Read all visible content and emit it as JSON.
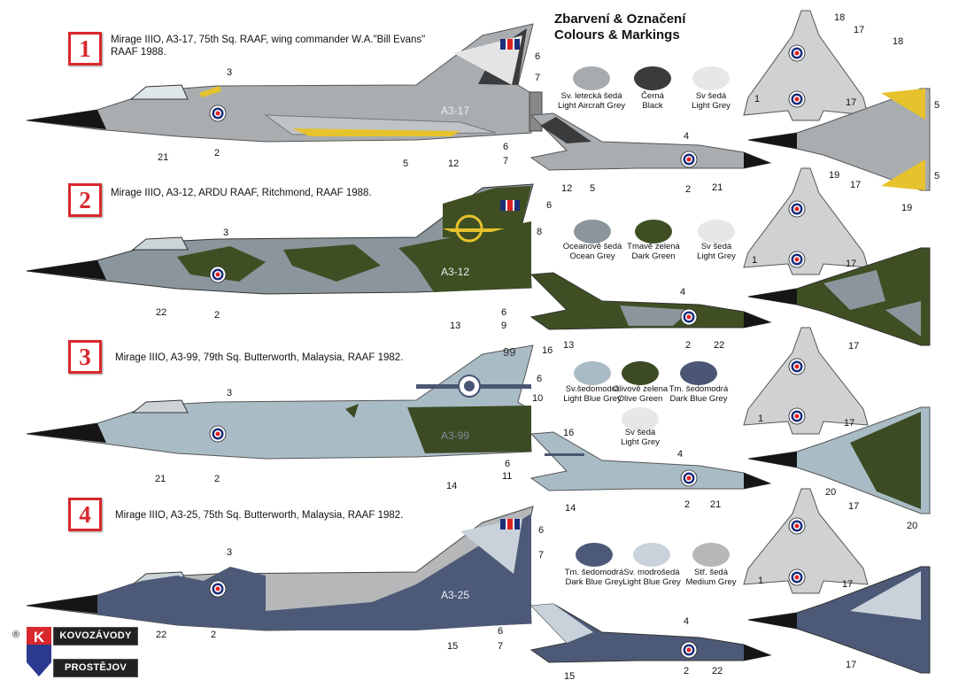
{
  "header": {
    "title_cz": "Zbarvení & Označení",
    "title_en": "Colours & Markings"
  },
  "variants": [
    {
      "number": "1",
      "caption_line1": "Mirage IIIO, A3-17, 75th Sq. RAAF, wing commander W.A.\"Bill Evans\"",
      "caption_line2": "RAAF 1988.",
      "serial": "A3-17",
      "callouts": {
        "n3": "3",
        "n6": "6",
        "n7": "7",
        "n21": "21",
        "n2": "2",
        "n5": "5",
        "n12": "12"
      },
      "small_callouts": {
        "n6": "6",
        "n7": "7",
        "n4": "4",
        "n12": "12",
        "n5": "5",
        "n2": "2",
        "n21": "21"
      },
      "top_callouts": {
        "n18a": "18",
        "n17a": "17",
        "n18b": "18",
        "n1": "1",
        "n17b": "17",
        "n5a": "5",
        "n5b": "5"
      },
      "colors": [
        {
          "cz": "Sv. letecká šedá",
          "en": "Light Aircraft Grey",
          "hex": "#a7abad"
        },
        {
          "cz": "Černá",
          "en": "Black",
          "hex": "#3a3b3c"
        },
        {
          "cz": "Sv šedá",
          "en": "Light Grey",
          "hex": "#e6e7e8"
        }
      ]
    },
    {
      "number": "2",
      "caption_line1": "Mirage IIIO, A3-12, ARDU RAAF, Ritchmond, RAAF 1988.",
      "caption_line2": "",
      "serial": "A3-12",
      "callouts": {
        "n3": "3",
        "n6": "6",
        "n8": "8",
        "n22": "22",
        "n2": "2",
        "n13": "13"
      },
      "small_callouts": {
        "n4": "4",
        "n6": "6",
        "n9": "9",
        "n13": "13",
        "n2": "2",
        "n22": "22"
      },
      "top_callouts": {
        "n19a": "19",
        "n17a": "17",
        "n19b": "19",
        "n1": "1",
        "n17b": "17",
        "n17c": "17"
      },
      "colors": [
        {
          "cz": "Oceanově šedá",
          "en": "Ocean Grey",
          "hex": "#8a959c"
        },
        {
          "cz": "Tmavě zelená",
          "en": "Dark Green",
          "hex": "#3f4f23"
        },
        {
          "cz": "Sv šedá",
          "en": "Light Grey",
          "hex": "#e6e7e8"
        }
      ]
    },
    {
      "number": "3",
      "caption_line1": "Mirage IIIO, A3-99, 79th Sq. Butterworth, Malaysia, RAAF 1982.",
      "caption_line2": "",
      "serial": "A3-99",
      "fin_code": "99",
      "callouts": {
        "n16": "16",
        "n6": "6",
        "n10": "10",
        "n3": "3",
        "n21": "21",
        "n2": "2",
        "n14": "14"
      },
      "small_callouts": {
        "n16": "16",
        "n6": "6",
        "n11": "11",
        "n4": "4",
        "n14": "14",
        "n2": "2",
        "n21": "21"
      },
      "top_callouts": {
        "n1": "1",
        "n17": "17"
      },
      "colors": [
        {
          "cz": "Sv.šedomodrá",
          "en": "Light Blue Grey",
          "hex": "#a9bcc6"
        },
        {
          "cz": "Olivově zelena",
          "en": "Olive Green",
          "hex": "#3c4b23"
        },
        {
          "cz": "Tm. šedomodrá",
          "en": "Dark Blue Grey",
          "hex": "#4a5673"
        },
        {
          "cz": "Sv šedá",
          "en": "Light Grey",
          "hex": "#e6e7e8"
        }
      ]
    },
    {
      "number": "4",
      "caption_line1": "Mirage IIIO, A3-25, 75th Sq. Butterworth, Malaysia,  RAAF 1982.",
      "caption_line2": "",
      "serial": "A3-25",
      "callouts": {
        "n3": "3",
        "n6": "6",
        "n7": "7",
        "n22": "22",
        "n2": "2",
        "n15": "15"
      },
      "small_callouts": {
        "n6": "6",
        "n7": "7",
        "n4": "4",
        "n15": "15",
        "n2": "2",
        "n22": "22"
      },
      "top_callouts": {
        "n20a": "20",
        "n17a": "17",
        "n20b": "20",
        "n1": "1",
        "n17b": "17",
        "n17c": "17"
      },
      "colors": [
        {
          "cz": "Tm. šedomodrá",
          "en": "Dark Blue Grey",
          "hex": "#4d5a77"
        },
        {
          "cz": "Sv. modrošedá",
          "en": "Light Blue Grey",
          "hex": "#c9d2da"
        },
        {
          "cz": "Stř. šedá",
          "en": "Medium Grey",
          "hex": "#b5b7b9"
        }
      ]
    }
  ],
  "logo": {
    "registered": "®",
    "letter": "K",
    "line1": "KOVOZÁVODY",
    "line2": "PROSTĚJOV"
  }
}
